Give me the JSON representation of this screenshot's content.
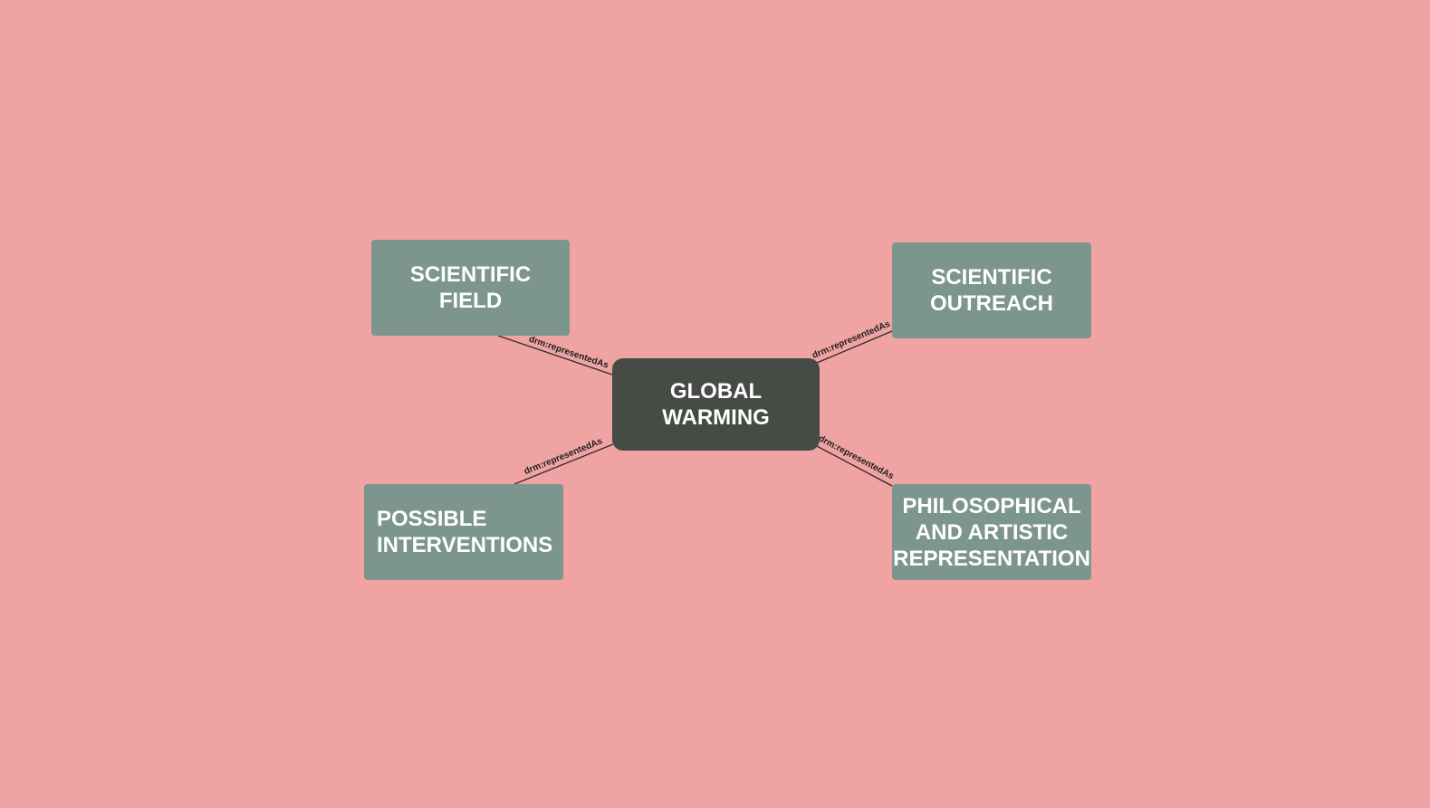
{
  "diagram": {
    "center": {
      "label": "GLOBAL WARMING"
    },
    "children": [
      {
        "id": "scientific-field",
        "label": "SCIENTIFIC FIELD"
      },
      {
        "id": "scientific-outreach",
        "label": "SCIENTIFIC\nOUTREACH"
      },
      {
        "id": "possible-interventions",
        "label": "POSSIBLE\nINTERVENTIONS"
      },
      {
        "id": "philosophical-artistic",
        "label": "PHILOSOPHICAL\nAND ARTISTIC\nREPRESENTATION"
      }
    ],
    "edges": [
      {
        "from": "scientific-field",
        "to": "global-warming",
        "label": "drm:representedAs"
      },
      {
        "from": "scientific-outreach",
        "to": "global-warming",
        "label": "drm:representedAs"
      },
      {
        "from": "possible-interventions",
        "to": "global-warming",
        "label": "drm:representedAs"
      },
      {
        "from": "philosophical-artistic",
        "to": "global-warming",
        "label": "drm:representedAs"
      }
    ]
  },
  "colors": {
    "background": "#f0a3a3",
    "child_node": "#7d968d",
    "center_node": "#474b45",
    "node_text": "#ffffff",
    "edge": "#2e2a2a"
  }
}
